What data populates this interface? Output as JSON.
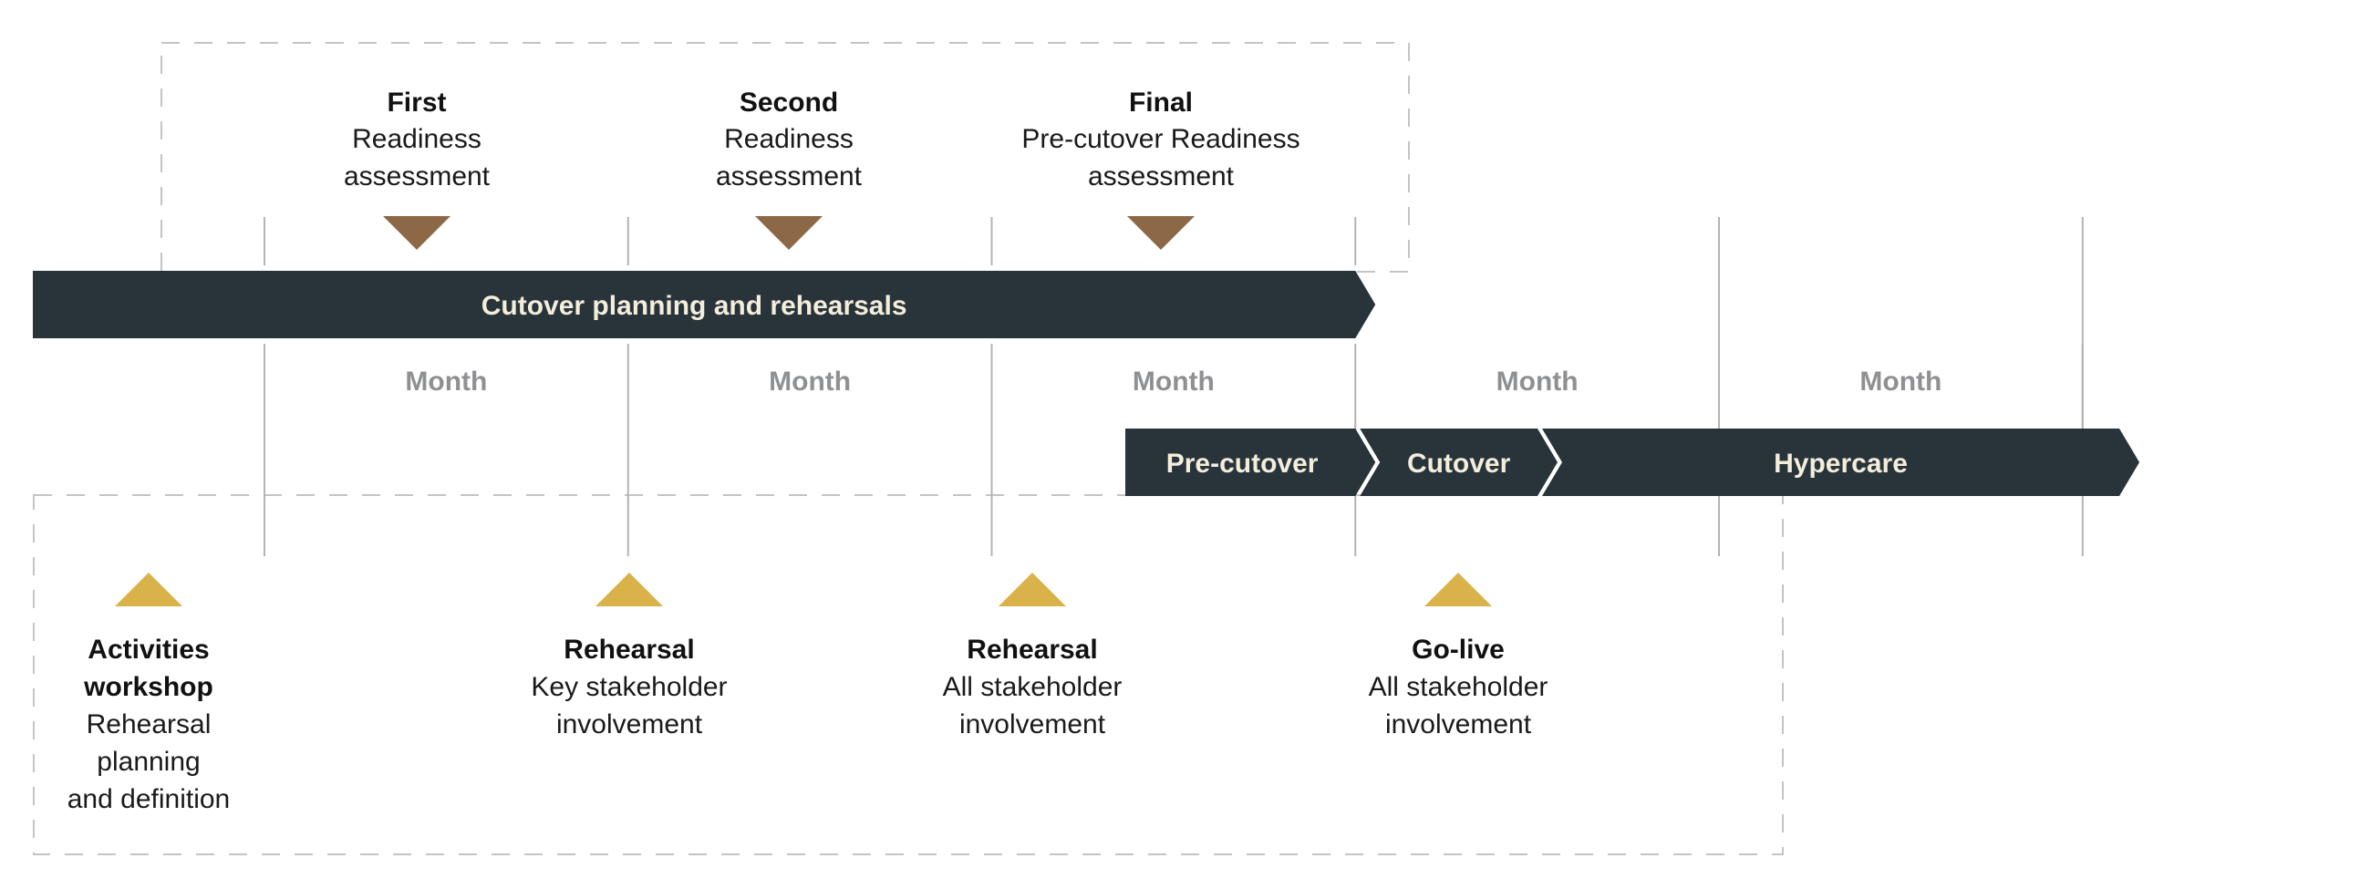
{
  "diagram": {
    "title": "Cutover timeline",
    "colors": {
      "bar": "#29333a",
      "bar_text": "#f3eedc",
      "assessment_marker": "#8d6847",
      "event_marker": "#dab24a",
      "month_label": "#8f9092",
      "grid": "#b3b3b3",
      "dashed_frame": "#c4c4c4"
    },
    "months": [
      {
        "label": "Month"
      },
      {
        "label": "Month"
      },
      {
        "label": "Month"
      },
      {
        "label": "Month"
      },
      {
        "label": "Month"
      }
    ],
    "planning_bar": {
      "label": "Cutover planning and rehearsals",
      "start_month": -0.63,
      "end_month": 3.0
    },
    "phases": [
      {
        "label": "Pre-cutover",
        "start_month": 2.36,
        "end_month": 3.0
      },
      {
        "label": "Cutover",
        "start_month": 3.0,
        "end_month": 3.5
      },
      {
        "label": "Hypercare",
        "start_month": 3.5,
        "end_month": 5.0
      }
    ],
    "assessments": [
      {
        "title": "First",
        "lines": [
          "Readiness",
          "assessment"
        ],
        "at_month": 0.41
      },
      {
        "title": "Second",
        "lines": [
          "Readiness",
          "assessment"
        ],
        "at_month": 1.43
      },
      {
        "title": "Final",
        "lines": [
          "Pre-cutover Readiness",
          "assessment"
        ],
        "at_month": 2.44
      }
    ],
    "events": [
      {
        "title_lines": [
          "Activities",
          "workshop"
        ],
        "lines": [
          "Rehearsal",
          "planning",
          "and definition"
        ],
        "at_month": -0.32
      },
      {
        "title_lines": [
          "Rehearsal"
        ],
        "lines": [
          "Key stakeholder",
          "involvement"
        ],
        "at_month": 1.0
      },
      {
        "title_lines": [
          "Rehearsal"
        ],
        "lines": [
          "All stakeholder",
          "involvement"
        ],
        "at_month": 2.1
      },
      {
        "title_lines": [
          "Go-live"
        ],
        "lines": [
          "All stakeholder",
          "involvement"
        ],
        "at_month": 3.27
      }
    ]
  }
}
